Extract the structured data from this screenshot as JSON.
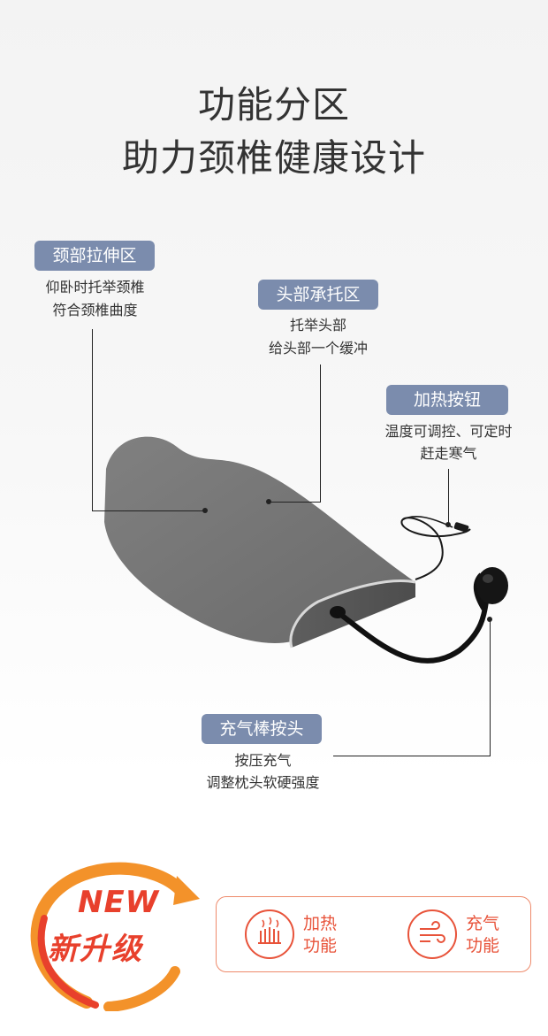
{
  "heading": {
    "line1": "功能分区",
    "line2": "助力颈椎健康设计"
  },
  "callouts": {
    "neck": {
      "tag": "颈部拉伸区",
      "desc1": "仰卧时托举颈椎",
      "desc2": "符合颈椎曲度"
    },
    "head": {
      "tag": "头部承托区",
      "desc1": "托举头部",
      "desc2": "给头部一个缓冲"
    },
    "heat": {
      "tag": "加热按钮",
      "desc1": "温度可调控、可定时",
      "desc2": "赶走寒气"
    },
    "pump": {
      "tag": "充气棒按头",
      "desc1": "按压充气",
      "desc2": "调整枕头软硬强度"
    }
  },
  "badge": {
    "new": "NEW",
    "upgrade": "新升级"
  },
  "features": [
    {
      "line1": "加热",
      "line2": "功能",
      "icon": "heating-icon"
    },
    {
      "line1": "充气",
      "line2": "功能",
      "icon": "airflow-icon"
    }
  ],
  "colors": {
    "tag_bg": "#7b8cad",
    "accent": "#e8533a",
    "badge_red": "#e8402c",
    "badge_orange": "#f3922a"
  }
}
